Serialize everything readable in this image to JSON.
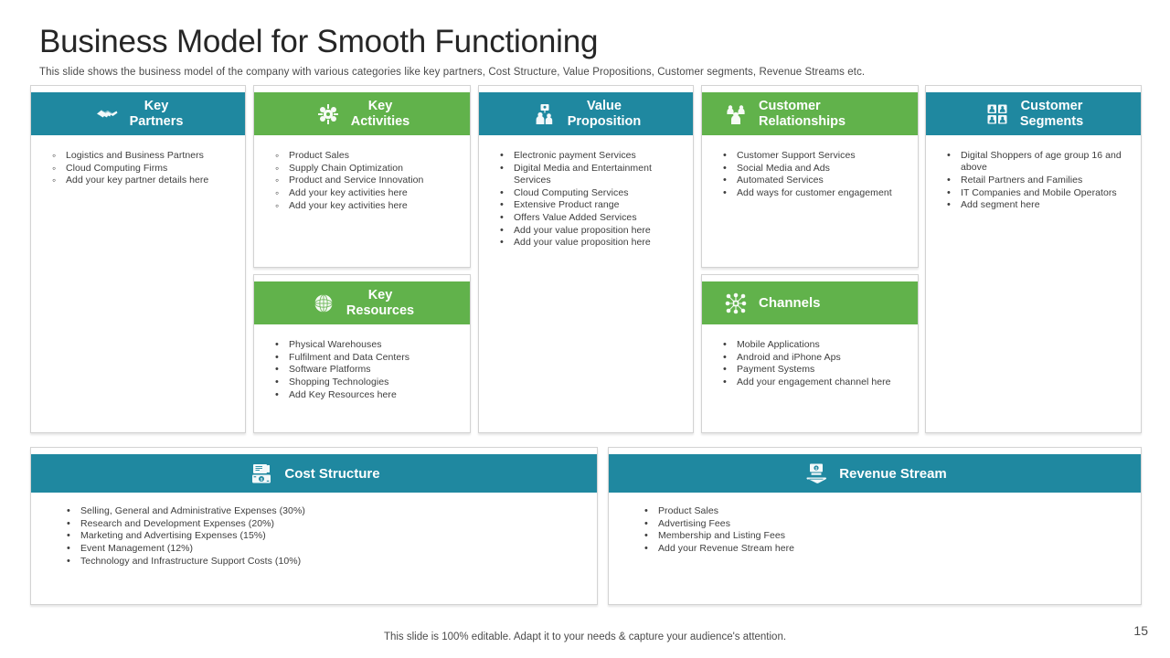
{
  "slide": {
    "title": "Business Model for Smooth Functioning",
    "subtitle": "This slide shows the business model of the company with various  categories like key partners, Cost Structure, Value Propositions, Customer segments, Revenue  Streams etc.",
    "footer_note": "This slide is 100% editable. Adapt it to your needs & capture your audience's attention.",
    "page_number": "15"
  },
  "colors": {
    "teal": "#1F88A0",
    "green": "#61B24B",
    "body_text": "#3D3D3D",
    "title_text": "#262626",
    "card_border": "#D3D3D3"
  },
  "blocks": {
    "key_partners": {
      "title_line1": "Key",
      "title_line2": "Partners",
      "icon": "handshake-icon",
      "color": "teal",
      "bullet": "hollow",
      "items": [
        "Logistics and Business Partners",
        "Cloud Computing  Firms",
        "Add your key partner details here"
      ]
    },
    "key_activities": {
      "title_line1": "Key",
      "title_line2": "Activities",
      "icon": "gears-cluster-icon",
      "color": "green",
      "bullet": "hollow",
      "items": [
        "Product Sales",
        "Supply Chain Optimization",
        "Product and Service Innovation",
        "Add your key activities here",
        "Add your key activities here"
      ]
    },
    "key_resources": {
      "title_line1": "Key",
      "title_line2": "Resources",
      "icon": "resource-sphere-icon",
      "color": "green",
      "bullet": "dot",
      "items": [
        "Physical Warehouses",
        "Fulfilment and Data Centers",
        "Software Platforms",
        "Shopping Technologies",
        "Add Key Resources here"
      ]
    },
    "value_proposition": {
      "title_line1": "Value",
      "title_line2": "Proposition",
      "icon": "people-board-icon",
      "color": "teal",
      "bullet": "dot",
      "items": [
        "Electronic payment Services",
        "Digital  Media  and Entertainment Services",
        "Cloud  Computing  Services",
        "Extensive Product range",
        "Offers Value Added Services",
        " Add your value proposition here",
        "Add your value proposition here"
      ]
    },
    "customer_relationships": {
      "title_line1": "Customer",
      "title_line2": "Relationships",
      "icon": "people-group-icon",
      "color": "green",
      "bullet": "dot",
      "items": [
        "Customer Support Services",
        "Social Media and Ads",
        "Automated Services",
        "Add ways for customer engagement"
      ]
    },
    "channels": {
      "title_line1": "Channels",
      "title_line2": "",
      "icon": "network-nodes-icon",
      "color": "green",
      "bullet": "dot",
      "items": [
        "Mobile Applications",
        "Android and iPhone Aps",
        "Payment Systems",
        "Add your engagement  channel here"
      ]
    },
    "customer_segments": {
      "title_line1": "Customer",
      "title_line2": "Segments",
      "icon": "people-grid-icon",
      "color": "teal",
      "bullet": "dot",
      "items": [
        "Digital  Shoppers of age group 16 and above",
        "Retail Partners and Families",
        "IT Companies  and Mobile Operators",
        "Add segment here"
      ]
    },
    "cost_structure": {
      "title_line1": "Cost Structure",
      "title_line2": "",
      "icon": "money-bill-icon",
      "color": "teal",
      "bullet": "dot",
      "items": [
        "Selling,  General and Administrative Expenses (30%)",
        "Research and Development Expenses (20%)",
        "Marketing and Advertising Expenses (15%)",
        "Event Management  (12%)",
        "Technology and Infrastructure Support Costs (10%)"
      ]
    },
    "revenue_stream": {
      "title_line1": "Revenue Stream",
      "title_line2": "",
      "icon": "money-hand-icon",
      "color": "teal",
      "bullet": "dot",
      "items": [
        "Product Sales",
        "Advertising Fees",
        "Membership and Listing Fees",
        "Add your Revenue Stream here"
      ]
    }
  }
}
